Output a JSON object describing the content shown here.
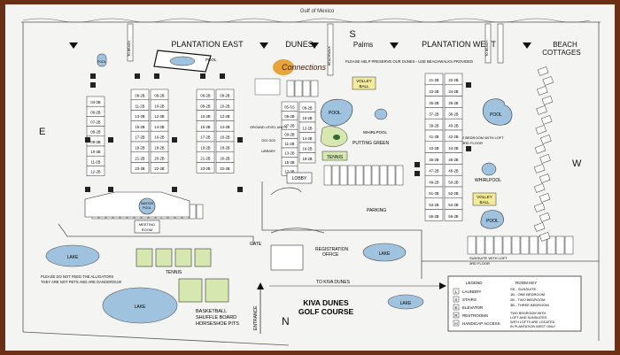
{
  "gulf_label": "Gulf of Mexico",
  "sections": {
    "plantation_east": "PLANTATION EAST",
    "dunes": "DUNES",
    "palms": "Palms",
    "palms_s": "S",
    "plantation_west": "PLANTATION WEST",
    "beach": "BEACH",
    "cottages": "COTTAGES"
  },
  "compass": {
    "east": "E",
    "west": "W",
    "north": "N"
  },
  "brand": {
    "name": "Connections"
  },
  "notices": {
    "dunes": "PLEASE HELP PRESERVE OUR DUNES - USE BEACHWALKS PROVIDED",
    "alligators_1": "PLEASE DO NOT FEED THE ALLIGATORS",
    "alligators_2": "THEY ARE NOT PETS AND ARE DANGEROUS!"
  },
  "labels": {
    "to_beach": "TO BEACH",
    "beachwalk": "BEACHWALK",
    "pool": "POOL",
    "volleyball_1": "VOLLEY",
    "volleyball_2": "BALL",
    "whirlpool": "WHIRLPOOL",
    "putting_green": "PUTTING GREEN",
    "tennis": "TENNIS",
    "lobby": "LOBBY",
    "parking": "PARKING",
    "meeting_room_1": "MEETING",
    "meeting_room_2": "ROOM",
    "indoor_pool_1": "INDOOR",
    "indoor_pool_2": "POOL",
    "lake": "LAKE",
    "gate": "GATE",
    "entrance": "ENTRANCE",
    "registration_1": "REGISTRATION",
    "registration_2": "OFFICE",
    "to_kiva_dunes": "TO KIVA DUNES",
    "kiva_1": "KIVA DUNES",
    "kiva_2": "GOLF COURSE",
    "basketball": "BASKETBALL",
    "shuffleboard": "SHUFFLE BOARD",
    "horseshoe": "HORSESHOE PITS",
    "ground_level": "GROUND LEVEL UNITS",
    "library": "LIBRARY",
    "ground_units": "G01 G03",
    "two_bed_loft_1": "2 BEDROOM WITH LOFT",
    "two_bed_loft_2": "3RD FLOOR",
    "sunsuite_loft_1": "SUNSUITE WITH LOFT",
    "sunsuite_loft_2": "3RD FLOOR"
  },
  "legend": {
    "header_legend": "LEGEND",
    "header_room_key": "ROOM KEY",
    "items": [
      {
        "symbol": "L",
        "label": "LAUNDRY"
      },
      {
        "symbol": "S",
        "label": "STAIRS"
      },
      {
        "symbol": "E",
        "label": "ELEVATOR"
      },
      {
        "symbol": "R",
        "label": "RESTROOMS"
      },
      {
        "symbol": "H",
        "label": "HANDICAP ACCESS"
      }
    ],
    "room_key": [
      "SS - SUNSUITE",
      "1B - ONE BEDROOM",
      "2B - TWO BEDROOM",
      "3B - THREE BEDROOM"
    ],
    "note": [
      "TWO BEDROOM WITH",
      "LOFT AND SUNSUITES",
      "WITH LOFTS ARE LOCATED",
      "IN PLANTATION WEST ONLY"
    ]
  },
  "units": {
    "east_col1": [
      "04-2B",
      "06-2B",
      "07-2B",
      "08-2B",
      "09-2B",
      "10-2B",
      "11-2B",
      "12-2B"
    ],
    "east_col2": [
      "08-2B",
      "11-2B",
      "13-2B",
      "15-2B",
      "17-2B",
      "19-2B",
      "21-2B",
      "23-2B"
    ],
    "east_col3": [
      "08-2B",
      "10-2B",
      "12-2B",
      "14-2B",
      "16-2B",
      "18-2B",
      "20-2B",
      "22-2B"
    ],
    "east_col4": [
      "06-2B",
      "08-2B",
      "10-2B",
      "15-2B",
      "17-2B",
      "19-2B",
      "21-2B",
      "23-2B"
    ],
    "east_col5": [
      "08-2B",
      "10-2B",
      "12-2B",
      "14-2B",
      "16-2B",
      "18-2B",
      "20-2B",
      "22-2B"
    ],
    "dunes_col1": [
      "05-SS",
      "06-2B",
      "07-2B",
      "09-2B",
      "11-2B",
      "13-2B",
      "15-2B",
      "17-3B"
    ],
    "dunes_col2": [
      "08-2B",
      "10-2B",
      "12-2B",
      "14-2B",
      "16-2B",
      "18-2B"
    ],
    "west_col1": [
      "21-2B",
      "33-2B",
      "35-2B",
      "37-2B",
      "39-2B",
      "41-2B",
      "43-2B",
      "45-2B",
      "47-2B",
      "49-2B",
      "51-2B",
      "53-2B",
      "55-2B"
    ],
    "west_col2": [
      "32-2B",
      "34-2B",
      "36-2B",
      "38-2B",
      "40-2B",
      "42-2B",
      "44-2B",
      "46-2B",
      "48-2B",
      "50-2B",
      "52-2B",
      "54-2B",
      "56-2B"
    ]
  },
  "colors": {
    "frame": "#6b2f15",
    "lake": "#9fc3de",
    "grass": "#d6e8b0",
    "volleyball": "#f4eb9a"
  }
}
